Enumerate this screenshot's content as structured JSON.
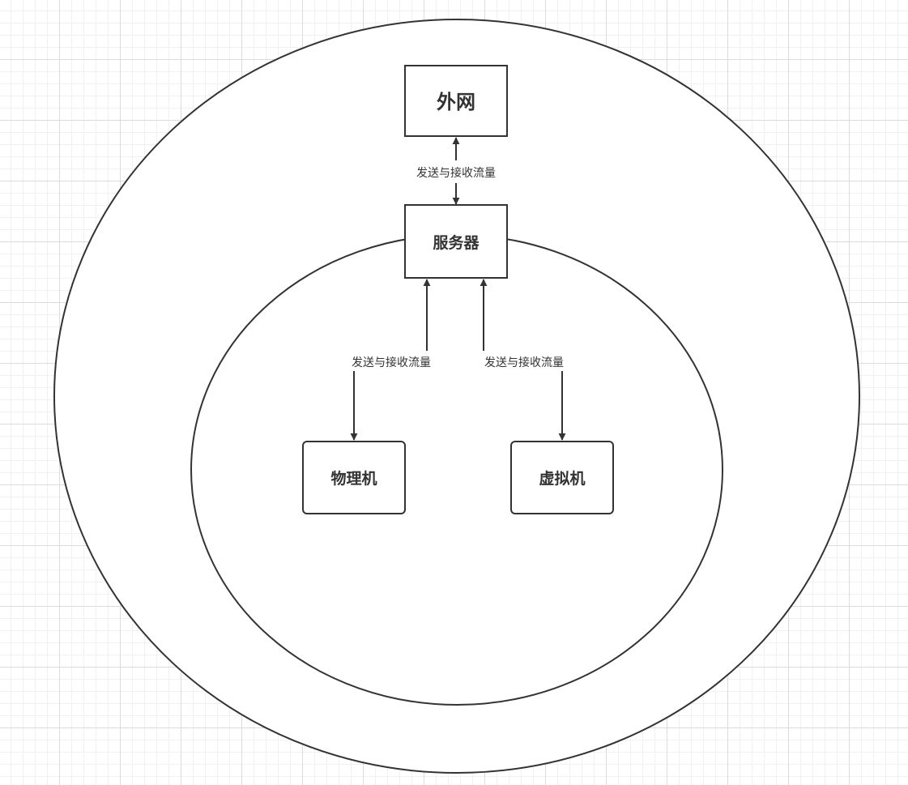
{
  "nodes": {
    "internet": "外网",
    "server": "服务器",
    "physical": "物理机",
    "virtual": "虚拟机"
  },
  "edges": {
    "internet_server": "发送与接收流量",
    "server_physical": "发送与接收流量",
    "server_virtual": "发送与接收流量"
  },
  "colors": {
    "stroke": "#333333",
    "node_fill": "#ffffff"
  }
}
